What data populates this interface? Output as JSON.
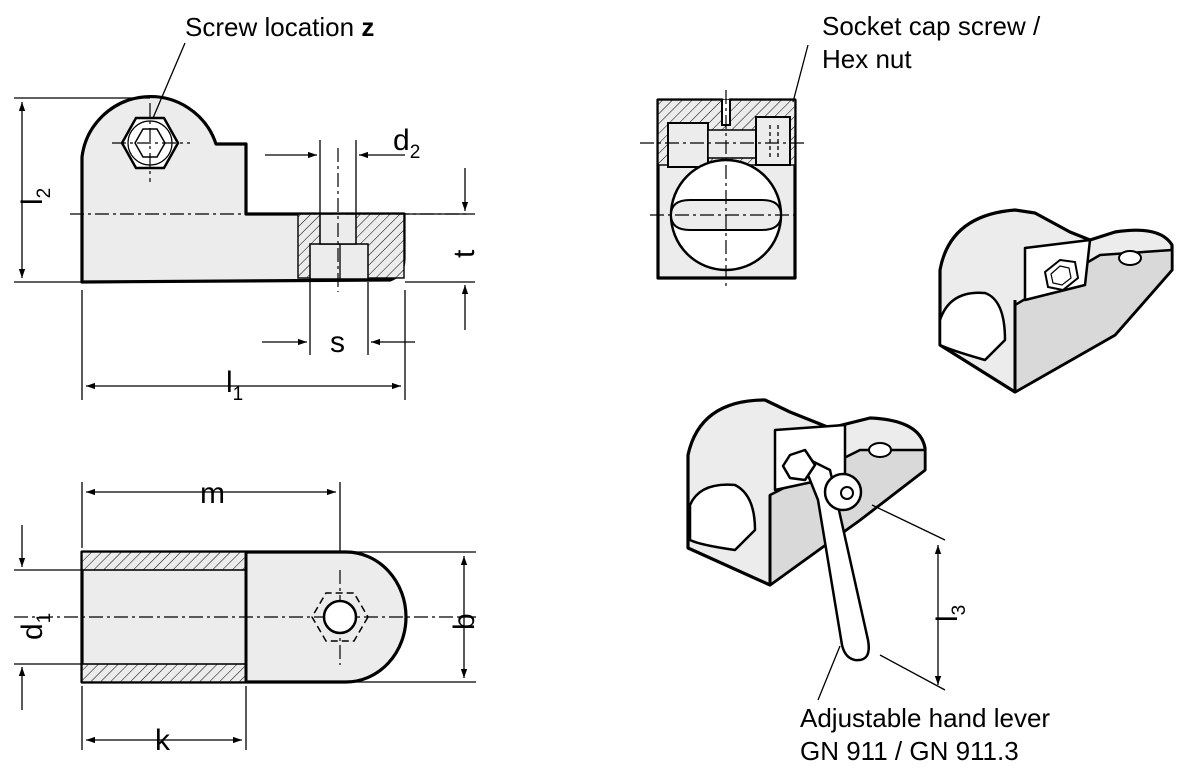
{
  "labels": {
    "screw_location": "Screw location",
    "screw_location_var": "z",
    "socket_cap_line1": "Socket cap screw /",
    "socket_cap_line2": "Hex nut",
    "hand_lever_line1": "Adjustable hand lever",
    "hand_lever_line2": "GN 911 / GN 911.3"
  },
  "dimensions": {
    "l2": {
      "main": "l",
      "sub": "2"
    },
    "l1": {
      "main": "l",
      "sub": "1"
    },
    "l3": {
      "main": "l",
      "sub": "3"
    },
    "d2": {
      "main": "d",
      "sub": "2"
    },
    "d1": {
      "main": "d",
      "sub": "1"
    },
    "t": "t",
    "s": "s",
    "m": "m",
    "k": "k",
    "b": "b"
  },
  "colors": {
    "line": "#000000",
    "fill": "#ececec",
    "background": "#ffffff"
  }
}
